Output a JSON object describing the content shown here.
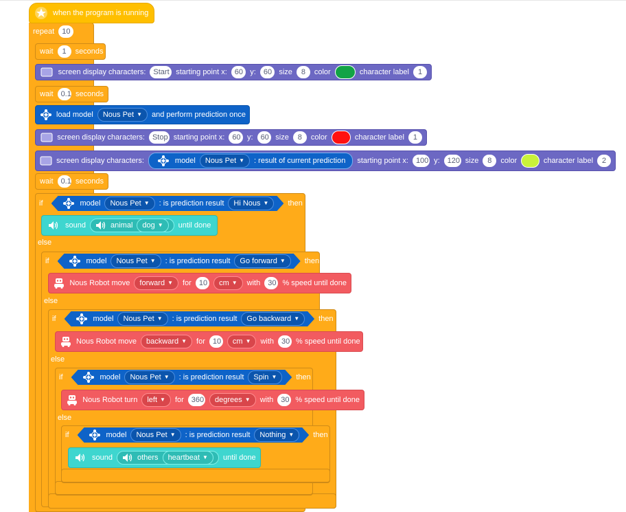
{
  "hat": {
    "label": "when the program is running"
  },
  "repeat": {
    "label": "repeat",
    "count": "10"
  },
  "wait1": {
    "label": "wait",
    "value": "1",
    "unit": "seconds"
  },
  "disp1": {
    "label": "screen display characters:",
    "text": "Start",
    "x_label": "starting point x:",
    "x": "60",
    "y_label": "y:",
    "y": "60",
    "size_label": "size",
    "size": "8",
    "color_label": "color",
    "color": "#12a346",
    "char_label": "character label",
    "char": "1"
  },
  "wait2": {
    "label": "wait",
    "value": "0.1",
    "unit": "seconds"
  },
  "load": {
    "label": "load model",
    "model": "Nous Pet",
    "suffix": "and perform prediction once"
  },
  "disp2": {
    "label": "screen display characters:",
    "text": "Stop",
    "x_label": "starting point x:",
    "x": "60",
    "y_label": "y:",
    "y": "60",
    "size_label": "size",
    "size": "8",
    "color_label": "color",
    "color": "#ff1010",
    "char_label": "character label",
    "char": "1"
  },
  "disp3": {
    "label": "screen display characters:",
    "model_label": "model",
    "model": "Nous Pet",
    "result": ": result of current prediction",
    "x_label": "starting point x:",
    "x": "100",
    "y_label": "y:",
    "y": "120",
    "size_label": "size",
    "size": "8",
    "color_label": "color",
    "color": "#c9f23b",
    "char_label": "character label",
    "char": "2"
  },
  "wait3": {
    "label": "wait",
    "value": "0.1",
    "unit": "seconds"
  },
  "kw": {
    "if": "if",
    "then": "then",
    "else": "else"
  },
  "pred": {
    "model_label": "model",
    "model": "Nous Pet",
    "is_label": ": is prediction result"
  },
  "if1": {
    "result": "Hi Nous"
  },
  "sound1": {
    "label": "sound",
    "category": "animal",
    "value": "dog",
    "suffix": "until done"
  },
  "if2": {
    "result": "Go forward"
  },
  "move1": {
    "label": "Nous Robot move",
    "dir": "forward",
    "for": "for",
    "dist": "10",
    "unit": "cm",
    "with": "with",
    "speed": "30",
    "suffix": "% speed until done"
  },
  "if3": {
    "result": "Go backward"
  },
  "move2": {
    "label": "Nous Robot move",
    "dir": "backward",
    "for": "for",
    "dist": "10",
    "unit": "cm",
    "with": "with",
    "speed": "30",
    "suffix": "% speed until done"
  },
  "if4": {
    "result": "Spin"
  },
  "turn": {
    "label": "Nous Robot turn",
    "dir": "left",
    "for": "for",
    "deg": "360",
    "unit": "degrees",
    "with": "with",
    "speed": "30",
    "suffix": "% speed until done"
  },
  "if5": {
    "result": "Nothing"
  },
  "sound2": {
    "label": "sound",
    "category": "others",
    "value": "heartbeat",
    "suffix": "until done"
  },
  "icons": {
    "hat": "star-icon",
    "screen": "screen-icon",
    "ai": "neural-network-icon",
    "sound": "speaker-icon",
    "robot": "robot-icon"
  }
}
